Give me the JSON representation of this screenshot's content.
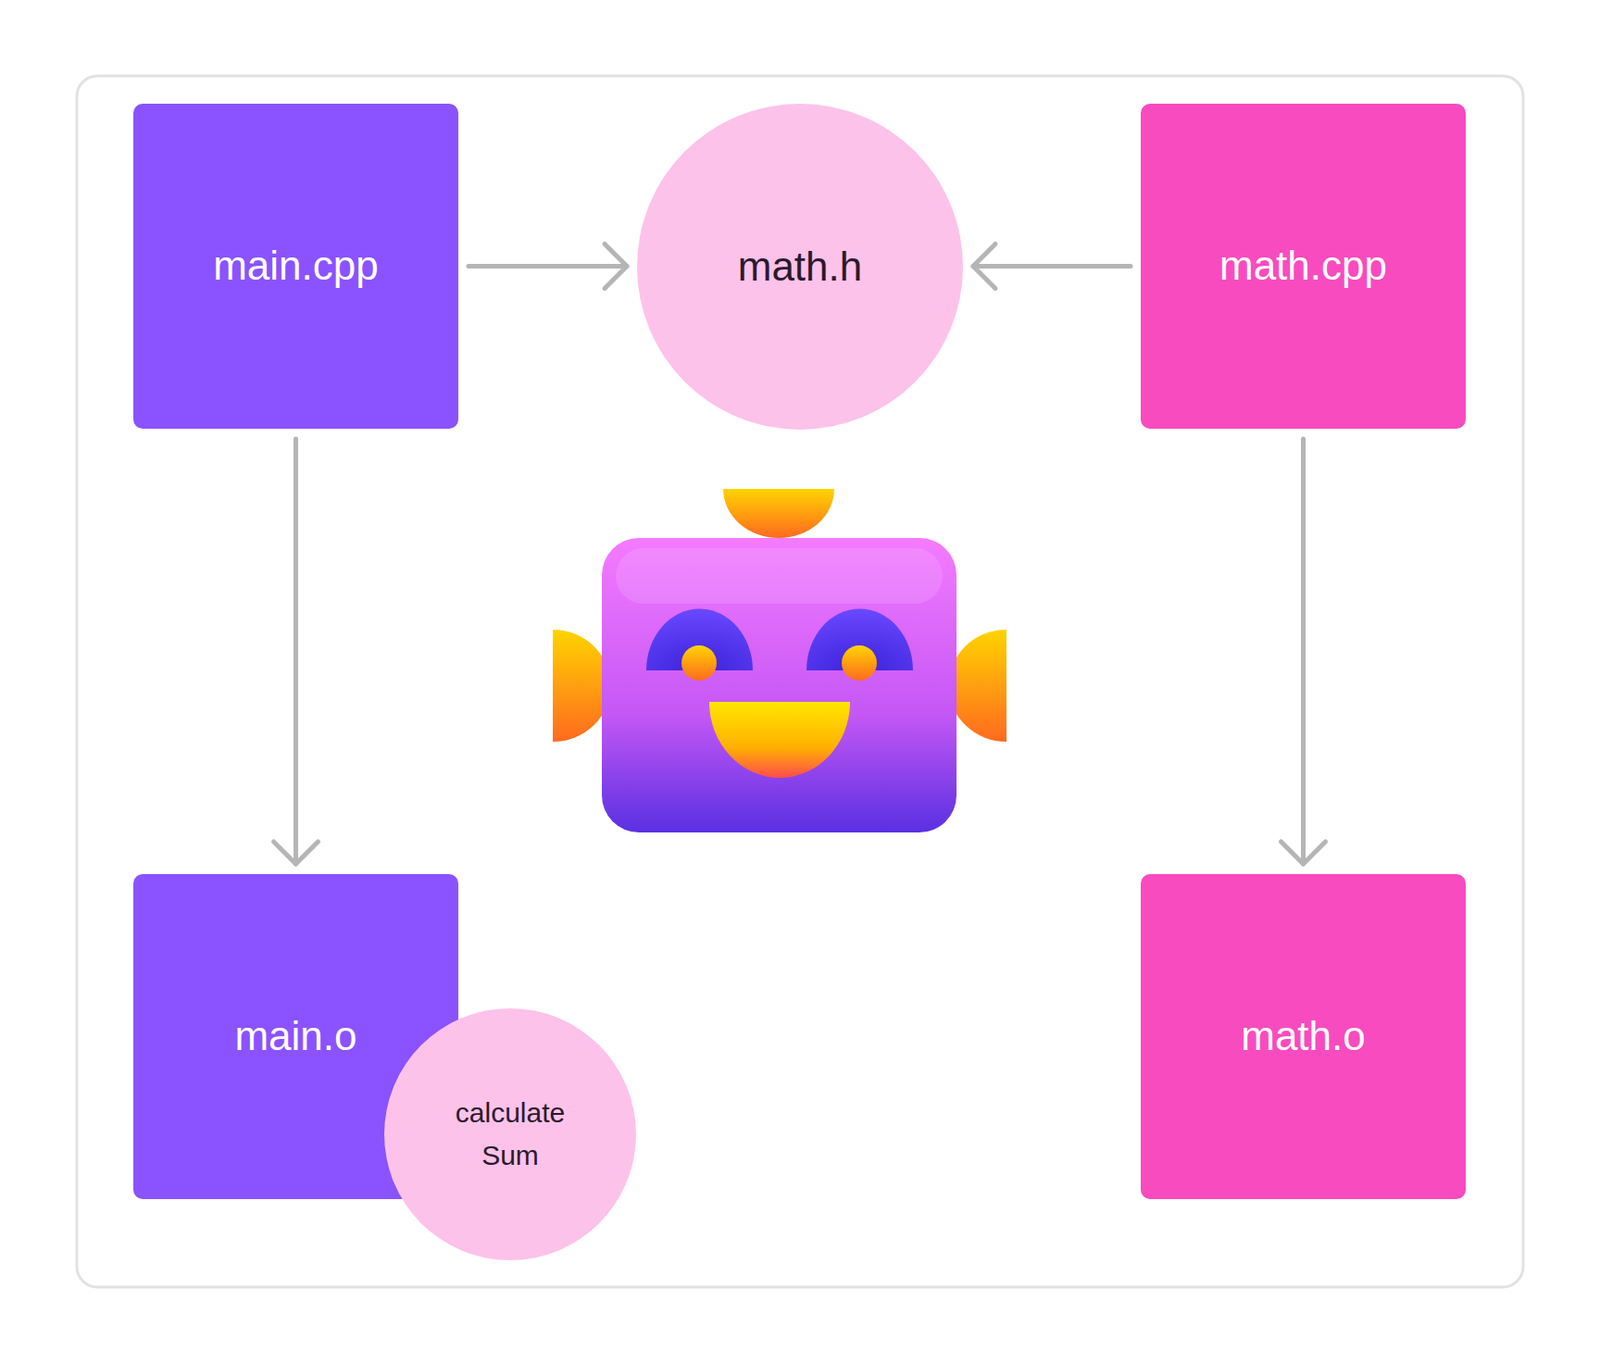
{
  "diagram": {
    "nodes": [
      {
        "text": [
          "main.cpp"
        ]
      },
      {
        "text": [
          "math.h"
        ]
      },
      {
        "text": [
          "math.cpp"
        ]
      },
      {
        "text": [
          "main.o"
        ]
      },
      {
        "text": [
          "calculate Sum"
        ]
      },
      {
        "text": [
          "math.o"
        ]
      }
    ],
    "edges": [
      {
        "from": 0,
        "to": 1,
        "arrow": "to"
      },
      {
        "from": 2,
        "to": 1,
        "arrow": "to"
      },
      {
        "from": 0,
        "to": 3,
        "arrow": "to"
      },
      {
        "from": 2,
        "to": 5,
        "arrow": "to"
      }
    ]
  }
}
